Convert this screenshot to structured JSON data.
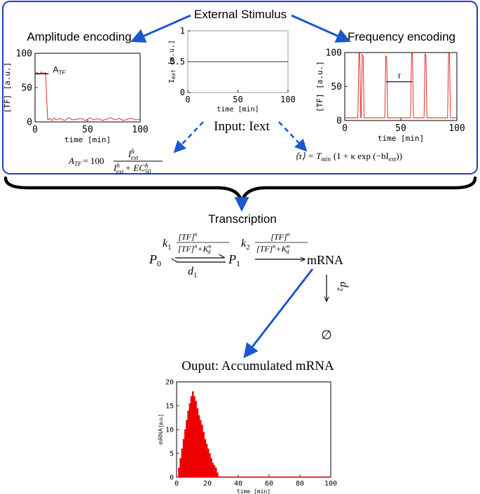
{
  "colors": {
    "frame": "#1640c8",
    "arrow": "#1a57d0",
    "trace": "#e01818",
    "fill": "#ee0000",
    "ink": "#000000"
  },
  "stimulus": {
    "title": "External Stimulus"
  },
  "amplitude": {
    "title": "Amplitude encoding",
    "annotation": "A",
    "annotation_sub": "TF"
  },
  "frequency": {
    "title": "Frequency encoding",
    "annotation": "τ"
  },
  "input": {
    "label": "Input: Iext"
  },
  "formulas": {
    "amplitude": {
      "lhs": "A",
      "lhs_sub": "TF",
      "coef": "= 100",
      "num": "I",
      "num_sup": "h",
      "num_sub": "ext",
      "den_a": "I",
      "den_a_sup": "h",
      "den_a_sub": "ext",
      "den_plus": "+ EC",
      "den_b_sup": "h",
      "den_b_sub": "50"
    },
    "frequency": {
      "lhs": "⟨τ⟩ = T",
      "lhs_sub": "min",
      "rhs": "(1 + κ exp (−bI",
      "rhs_sub": "ext",
      "rhs_end": "))"
    }
  },
  "transcription": {
    "title": "Transcription",
    "p0": "P",
    "p0_sub": "0",
    "p1": "P",
    "p1_sub": "1",
    "k1": "k",
    "k1_sub": "1",
    "k2": "k",
    "k2_sub": "2",
    "d1": "d",
    "d1_sub": "1",
    "d2": "d",
    "d2_sub": "2",
    "hill_num": "[TF]",
    "hill_num_sup": "n",
    "hill_den": "[TF]",
    "hill_den_sup": "n",
    "hill_den_plus": "+K",
    "hill_den_k_sup": "n",
    "hill_den_k_sub": "d",
    "mrna": "mRNA",
    "empty": "∅"
  },
  "output": {
    "title": "Ouput: Accumulated mRNA"
  },
  "chart_data": [
    {
      "type": "line",
      "id": "amplitude-encoding",
      "xlabel": "time [min]",
      "ylabel": "[TF] [a.u.]",
      "xlim": [
        0,
        100
      ],
      "ylim": [
        0,
        100
      ],
      "xticks": [
        0,
        50,
        100
      ],
      "yticks": [
        0,
        50,
        100
      ],
      "x": [
        0,
        2,
        4,
        6,
        8,
        10,
        12,
        14,
        16,
        18,
        20,
        24,
        28,
        32,
        36,
        40,
        44,
        48,
        52,
        56,
        60,
        64,
        68,
        72,
        76,
        80,
        84,
        88,
        92,
        96,
        100
      ],
      "y": [
        70,
        72,
        69,
        73,
        70,
        72,
        3,
        5,
        2,
        6,
        3,
        5,
        2,
        6,
        3,
        4,
        5,
        2,
        6,
        3,
        5,
        2,
        4,
        6,
        3,
        5,
        2,
        4,
        5,
        3,
        4
      ],
      "reference_line": {
        "y": 70,
        "x": [
          0,
          13
        ]
      }
    },
    {
      "type": "line",
      "id": "stimulus",
      "xlabel": "time [min]",
      "ylabel": "I",
      "ylabel_sub": "ext",
      "ylabel_tail": " [a.u.]",
      "xlim": [
        0,
        100
      ],
      "ylim": [
        0,
        1
      ],
      "xticks": [
        0,
        50,
        100
      ],
      "yticks": [
        0,
        0.5,
        1
      ],
      "x": [
        0,
        100
      ],
      "y": [
        0.5,
        0.5
      ]
    },
    {
      "type": "line",
      "id": "frequency-encoding",
      "xlabel": "time [min]",
      "ylabel": "[TF] [a.u.]",
      "xlim": [
        0,
        100
      ],
      "ylim": [
        0,
        100
      ],
      "xticks": [
        0,
        50,
        100
      ],
      "yticks": [
        0,
        50,
        100
      ],
      "baseline": 4,
      "peaks": [
        {
          "x": 13,
          "y": 100
        },
        {
          "x": 16,
          "y": 97
        },
        {
          "x": 37,
          "y": 95
        },
        {
          "x": 60,
          "y": 100
        },
        {
          "x": 72,
          "y": 98
        },
        {
          "x": 93,
          "y": 100
        }
      ],
      "period_marker": {
        "x": [
          37,
          60
        ],
        "y": 57
      }
    },
    {
      "type": "bar",
      "id": "accumulated-mrna",
      "xlabel": "time [min]",
      "ylabel": "mRNA [a.u.]",
      "xlim": [
        0,
        100
      ],
      "ylim": [
        0,
        20
      ],
      "xticks": [
        0,
        20,
        40,
        60,
        80,
        100
      ],
      "yticks": [
        0,
        5,
        10,
        15,
        20
      ],
      "x": [
        0,
        1,
        2,
        3,
        4,
        5,
        6,
        7,
        8,
        9,
        10,
        11,
        12,
        13,
        14,
        15,
        16,
        17,
        18,
        19,
        20,
        21,
        22,
        23,
        24,
        25,
        26,
        27
      ],
      "values": [
        0,
        2,
        4,
        6,
        8,
        10,
        12,
        14,
        15.5,
        17,
        18,
        17,
        16,
        14.5,
        13,
        12,
        11,
        9.5,
        8,
        7,
        6,
        5,
        4,
        3,
        2.5,
        2,
        1,
        0
      ],
      "baseline_to": 100
    }
  ]
}
